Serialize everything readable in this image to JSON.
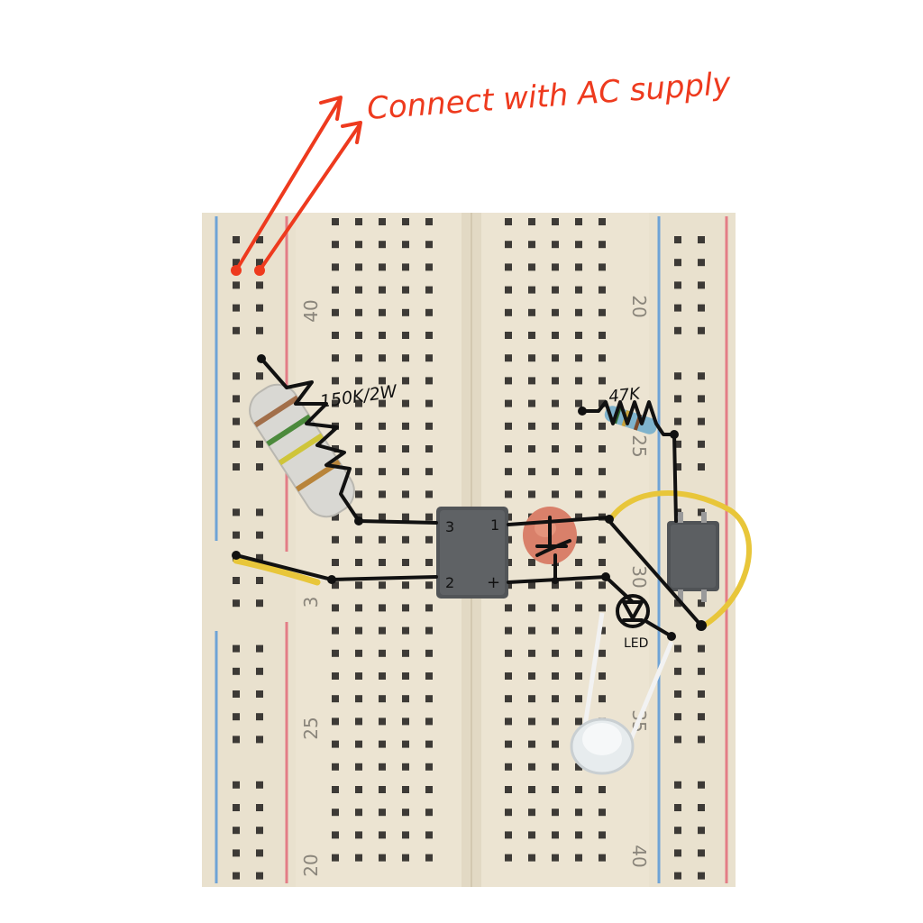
{
  "annotation": {
    "text": "Connect with AC supply",
    "color": "#ee3a1e"
  },
  "labels": {
    "r1_value": "150K/2W",
    "r2_value": "47K",
    "led_label": "LED"
  },
  "pin_labels": {
    "bridge_1": "1",
    "bridge_2": "2",
    "bridge_3": "3",
    "bridge_plus": "+"
  },
  "breadboard": {
    "row_numbers_left": [
      "40",
      "3",
      "25",
      "20"
    ],
    "row_numbers_right": [
      "20",
      "25",
      "30",
      "35",
      "40"
    ]
  },
  "colors": {
    "board": "#ece4d2",
    "rail_blue": "#6ea3d6",
    "rail_red": "#e37d86",
    "hole": "#3d3a36",
    "ink": "#111111",
    "yellow_wire": "#e8c63a",
    "led_dome": "#e7ecee"
  },
  "icons": [
    "resistor-icon",
    "diode-icon",
    "capacitor-icon",
    "led-symbol-icon",
    "arrow-icon"
  ]
}
